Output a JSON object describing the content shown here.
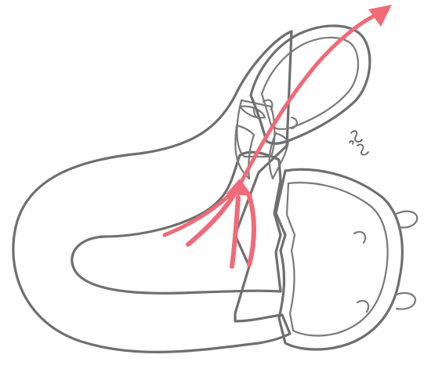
{
  "colors": {
    "paper": "#ffffff",
    "outline": "#6f6f6f",
    "stipple": "#8a8a8a",
    "flow_arrow": "#f06a78"
  },
  "icons": [
    "flow-arrow",
    "valve-cusp",
    "handwritten-mark"
  ]
}
